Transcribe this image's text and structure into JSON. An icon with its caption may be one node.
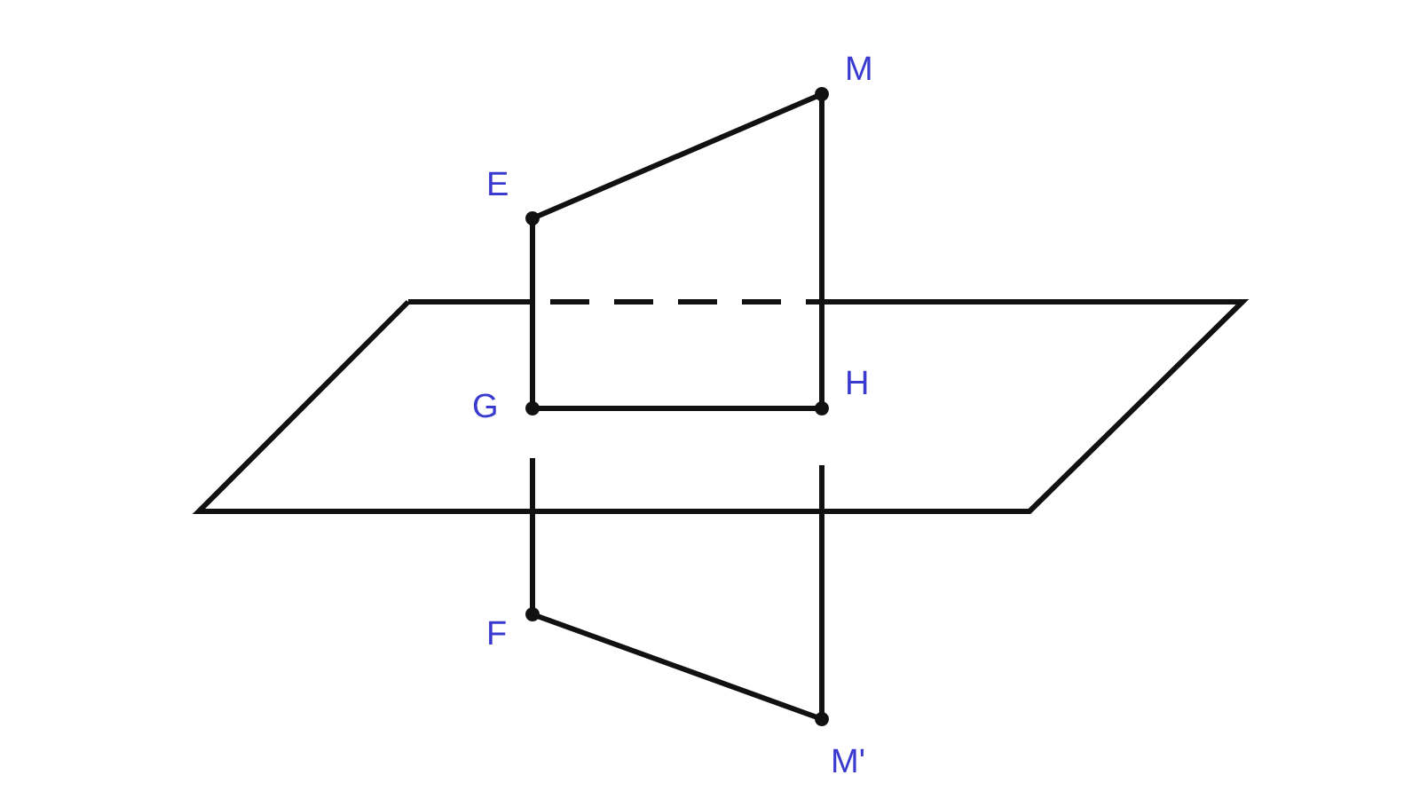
{
  "diagram": {
    "labels": [
      "M",
      "E",
      "G",
      "H",
      "F",
      "M'"
    ]
  }
}
